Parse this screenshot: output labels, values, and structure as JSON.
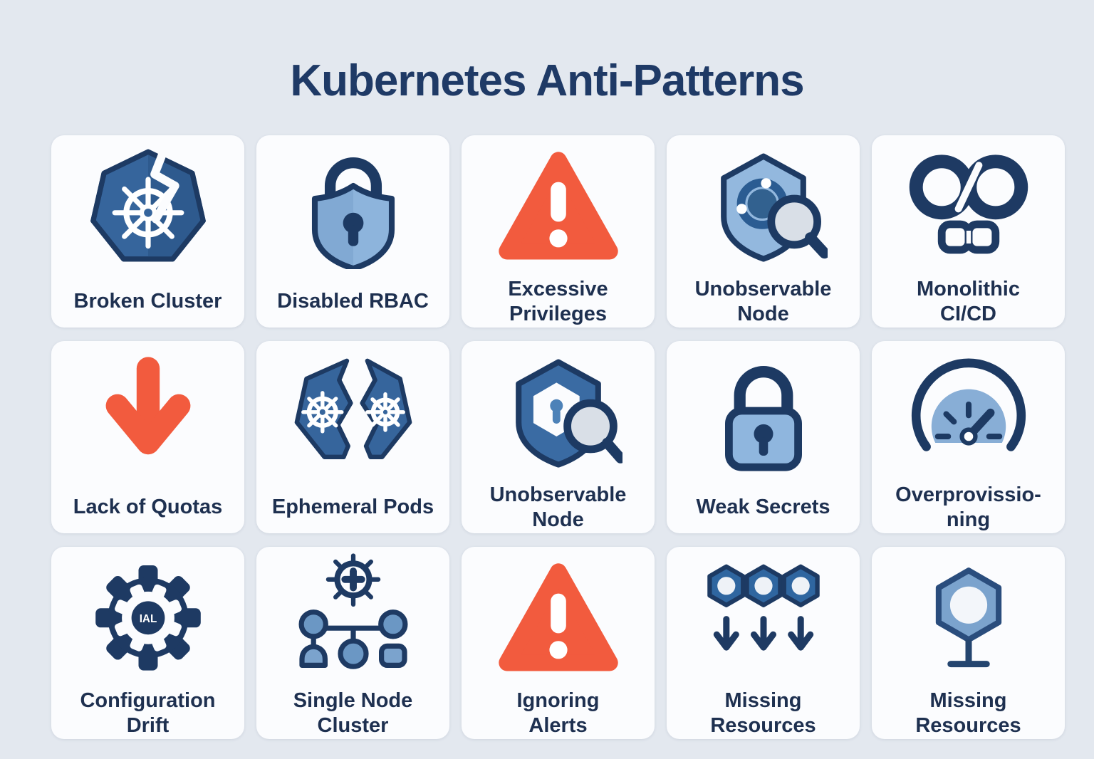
{
  "page": {
    "title": "Kubernetes Anti-Patterns"
  },
  "colors": {
    "background": "#e3e8ef",
    "card": "#fbfcfe",
    "navy": "#1d3a63",
    "label_text": "#1e3050",
    "orange": "#f25b3e",
    "kubernetes_blue": "#36659c",
    "light_blue": "#8fb6de",
    "lens_gray": "#d9dfe7"
  },
  "cards": [
    {
      "label": "Broken Cluster",
      "icon": "broken-cluster-wheel"
    },
    {
      "label": "Disabled RBAC",
      "icon": "shield-padlock"
    },
    {
      "label": "Excessive\nPrivileges",
      "icon": "warning-triangle"
    },
    {
      "label": "Unobservable\nNode",
      "icon": "shield-ring-magnifier"
    },
    {
      "label": "Monolithic\nCI/CD",
      "icon": "broken-infinity"
    },
    {
      "label": "Lack of Quotas",
      "icon": "down-arrow"
    },
    {
      "label": "Ephemeral Pods",
      "icon": "split-kubernetes-pods"
    },
    {
      "label": "Unobservable\nNode",
      "icon": "shield-keyhole-magnifier"
    },
    {
      "label": "Weak Secrets",
      "icon": "padlock"
    },
    {
      "label": "Overprovissio-\nning",
      "icon": "speedometer-gauge"
    },
    {
      "label": "Configuration\nDrift",
      "icon": "gear"
    },
    {
      "label": "Single Node\nCluster",
      "icon": "helm-node-tree"
    },
    {
      "label": "Ignoring\nAlerts",
      "icon": "warning-triangle"
    },
    {
      "label": "Missing\nResources",
      "icon": "hexagons-down-arrows"
    },
    {
      "label": "Missing\nResources",
      "icon": "hexagon-on-stand"
    }
  ]
}
